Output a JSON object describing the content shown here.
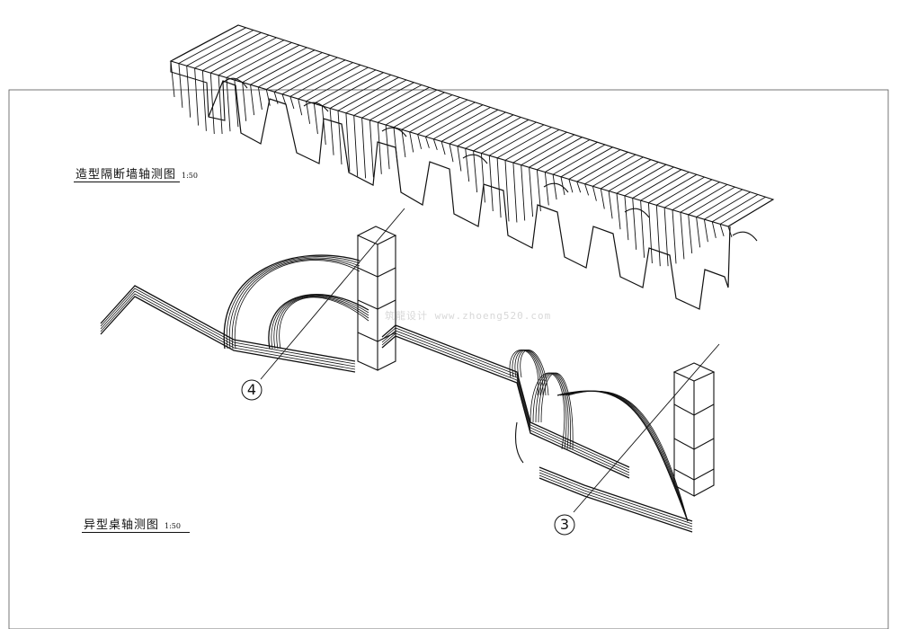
{
  "views": {
    "partition_wall": {
      "title": "造型隔断墙轴测图",
      "scale": "1:50"
    },
    "special_table": {
      "title": "异型桌轴测图",
      "scale": "1:50"
    }
  },
  "callouts": [
    {
      "id": "4",
      "glyph": "4"
    },
    {
      "id": "3",
      "glyph": "3"
    }
  ],
  "watermark": "筑龍设计 www.zhoeng520.com",
  "colors": {
    "line": "#111111",
    "paper": "#ffffff",
    "watermark": "#d8d8d8"
  }
}
